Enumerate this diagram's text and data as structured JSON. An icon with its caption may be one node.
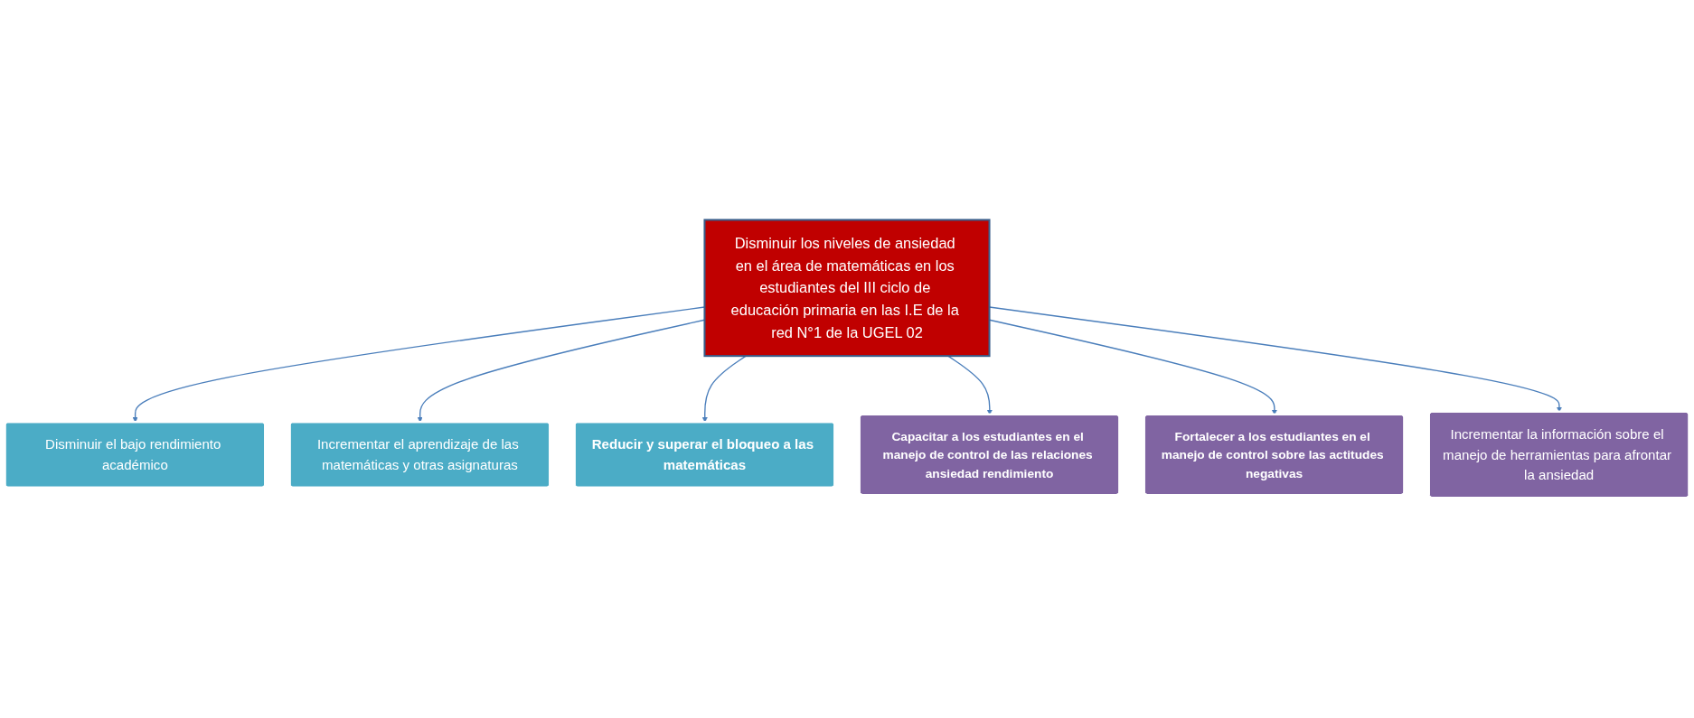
{
  "diagram": {
    "nodes": [
      {
        "text": [
          "Disminuir el bajo rendimiento académico"
        ]
      },
      {
        "text": [
          "Incrementar el aprendizaje de las matemáticas y otras asignaturas"
        ]
      },
      {
        "text": [
          "Reducir y superar el bloqueo a las matemáticas"
        ]
      },
      {
        "text": [
          "Disminuir los niveles de ansiedad en el área de matemáticas en los estudiantes del III ciclo de educación primaria en las I.E de la red N°1 de la UGEL 02"
        ]
      },
      {
        "text": [
          "Capacitar a los estudiantes en el manejo de control de las relaciones ansiedad rendimiento"
        ]
      },
      {
        "text": [
          "Fortalecer a los estudiantes en el manejo de control sobre las actitudes negativas"
        ]
      },
      {
        "text": [
          "Incrementar la información sobre el manejo de herramientas para afrontar la ansiedad"
        ]
      }
    ],
    "edges": [
      {
        "from": 3,
        "to": 0,
        "arrow": "to"
      },
      {
        "from": 3,
        "to": 1,
        "arrow": "to"
      },
      {
        "from": 3,
        "to": 2,
        "arrow": "to"
      },
      {
        "from": 3,
        "to": 4,
        "arrow": "to"
      },
      {
        "from": 3,
        "to": 5,
        "arrow": "to"
      },
      {
        "from": 3,
        "to": 6,
        "arrow": "to"
      }
    ]
  }
}
